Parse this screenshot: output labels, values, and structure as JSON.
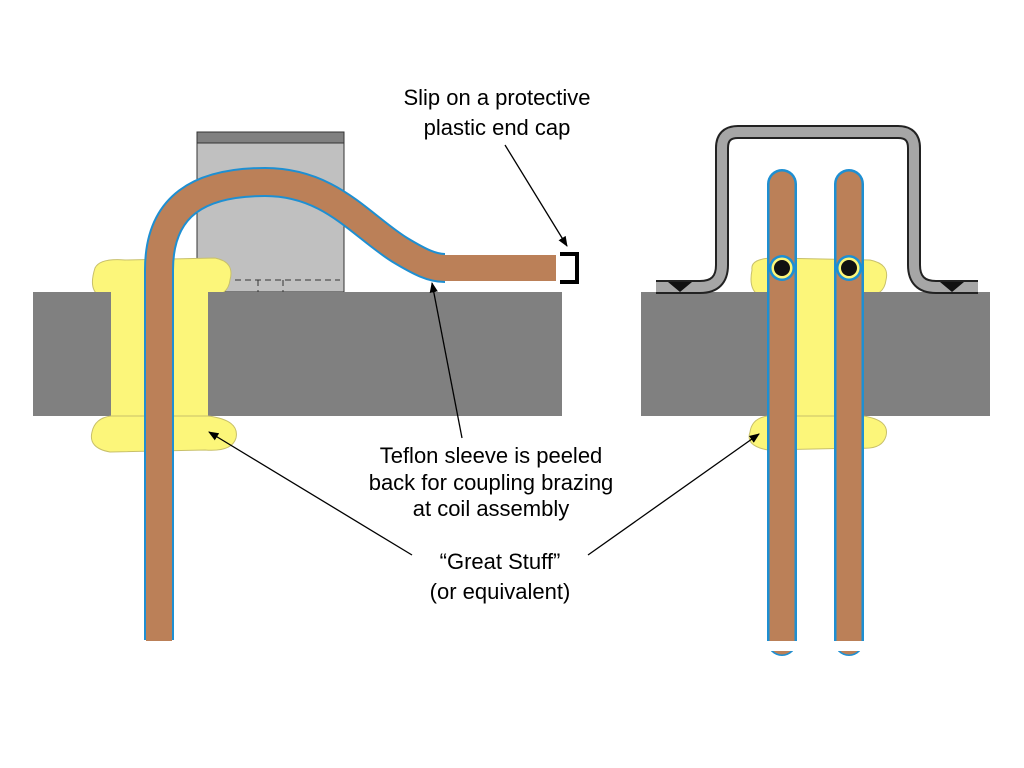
{
  "colors": {
    "slab": "#808080",
    "box": "#c0c0c0",
    "pipe": "#bb8058",
    "sleeve": "#1e8fd2",
    "foam": "#fcf67a",
    "bracket": "#a6a6a6"
  },
  "labels": {
    "end_cap": [
      "Slip on a protective",
      "plastic end cap"
    ],
    "teflon": [
      "Teflon sleeve is peeled",
      "back for coupling brazing",
      "at coil assembly"
    ],
    "great_stuff": [
      "“Great Stuff”",
      "(or equivalent)"
    ]
  }
}
